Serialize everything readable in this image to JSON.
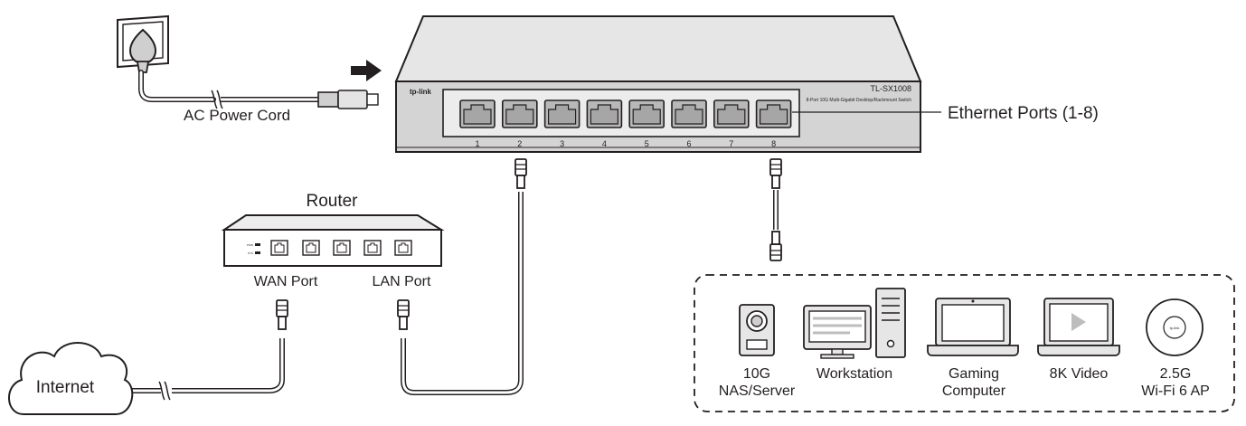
{
  "power": {
    "label": "AC Power Cord"
  },
  "switch": {
    "brand": "tp-link",
    "model": "TL-SX1008",
    "description": "8-Port 10G Multi-Gigabit Desktop/Rackmount Switch",
    "port_numbers": [
      "1",
      "2",
      "3",
      "4",
      "5",
      "6",
      "7",
      "8"
    ]
  },
  "callout": {
    "ethernet_ports": "Ethernet Ports (1-8)"
  },
  "router": {
    "title": "Router",
    "wan_label": "WAN Port",
    "lan_label": "LAN Port",
    "led_labels": [
      "PWR",
      "SYS"
    ]
  },
  "internet": {
    "label": "Internet"
  },
  "devices": [
    {
      "id": "nas",
      "line1": "10G",
      "line2": "NAS/Server"
    },
    {
      "id": "workstation",
      "line1": "Workstation",
      "line2": ""
    },
    {
      "id": "gaming",
      "line1": "Gaming",
      "line2": "Computer"
    },
    {
      "id": "video",
      "line1": "8K Video",
      "line2": ""
    },
    {
      "id": "ap",
      "line1": "2.5G",
      "line2": "Wi-Fi 6 AP"
    }
  ],
  "ap_logo": "tp-link",
  "colors": {
    "line": "#231f20",
    "switch_top": "#e6e6e6",
    "switch_front": "#d4d4d4",
    "port_fill": "#b8b8b8"
  }
}
